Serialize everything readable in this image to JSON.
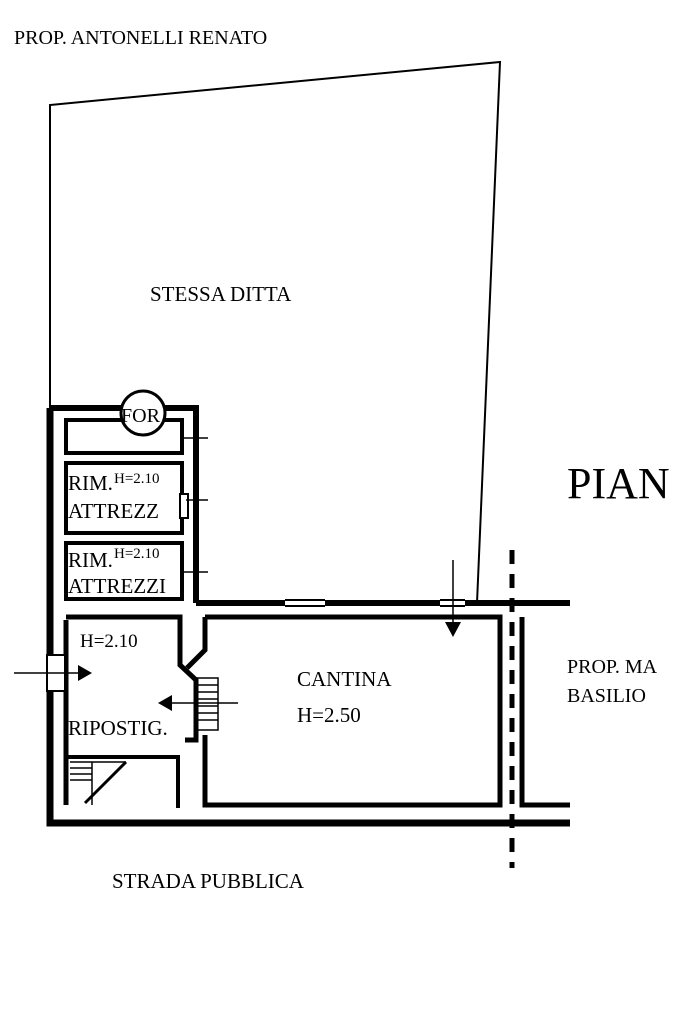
{
  "labels": {
    "owner_top": "PROP. ANTONELLI RENATO",
    "courtyard": "STESSA DITTA",
    "oven": "FOR",
    "storage_1_name": "RIM.",
    "storage_1_height": "H=2.10",
    "storage_1_sub": "ATTREZZ",
    "storage_2_name": "RIM.",
    "storage_2_height": "H=2.10",
    "storage_2_sub": "ATTREZZI",
    "closet_height": "H=2.10",
    "closet_name": "RIPOSTIG.",
    "cellar_name": "CANTINA",
    "cellar_height": "H=2.50",
    "floor_title": "PIAN",
    "neighbor_line1": "PROP. MA",
    "neighbor_line2": "BASILIO",
    "street": "STRADA PUBBLICA"
  }
}
